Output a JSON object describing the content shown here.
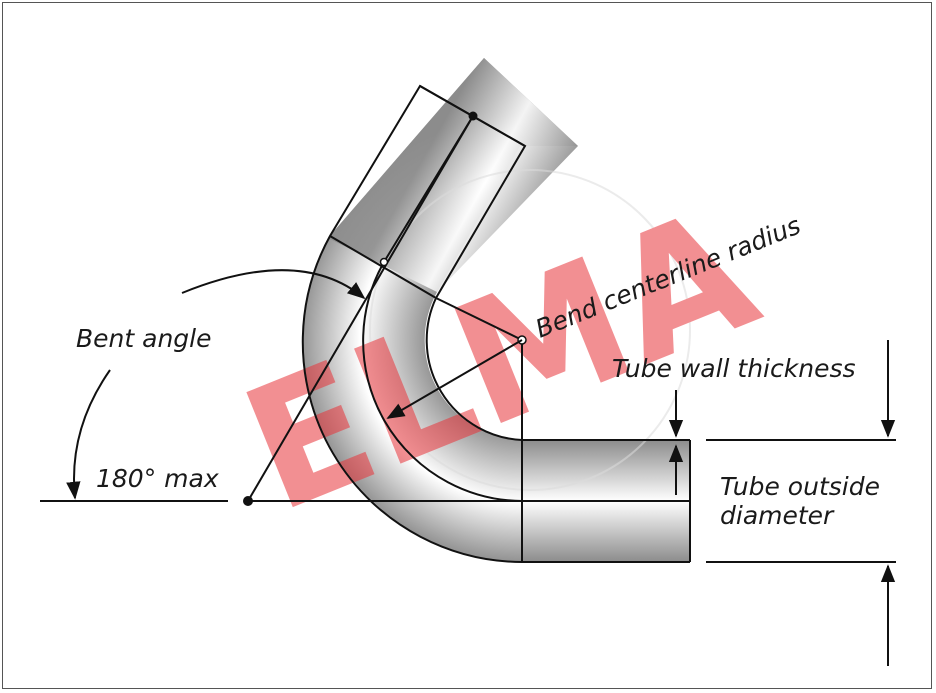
{
  "labels": {
    "bent_angle": "Bent angle",
    "max_angle": "180° max",
    "centerline_radius": "Bend centerline radius",
    "wall_thickness": "Tube wall thickness",
    "outside_diameter_line1": "Tube outside",
    "outside_diameter_line2": "diameter"
  },
  "watermark": {
    "text": "ELMA",
    "accent_color": "#e8343a",
    "secondary_color": "#7a7a7a"
  },
  "colors": {
    "line": "#111111",
    "tube_shadow": "#8c8c8c",
    "tube_highlight": "#ffffff"
  }
}
